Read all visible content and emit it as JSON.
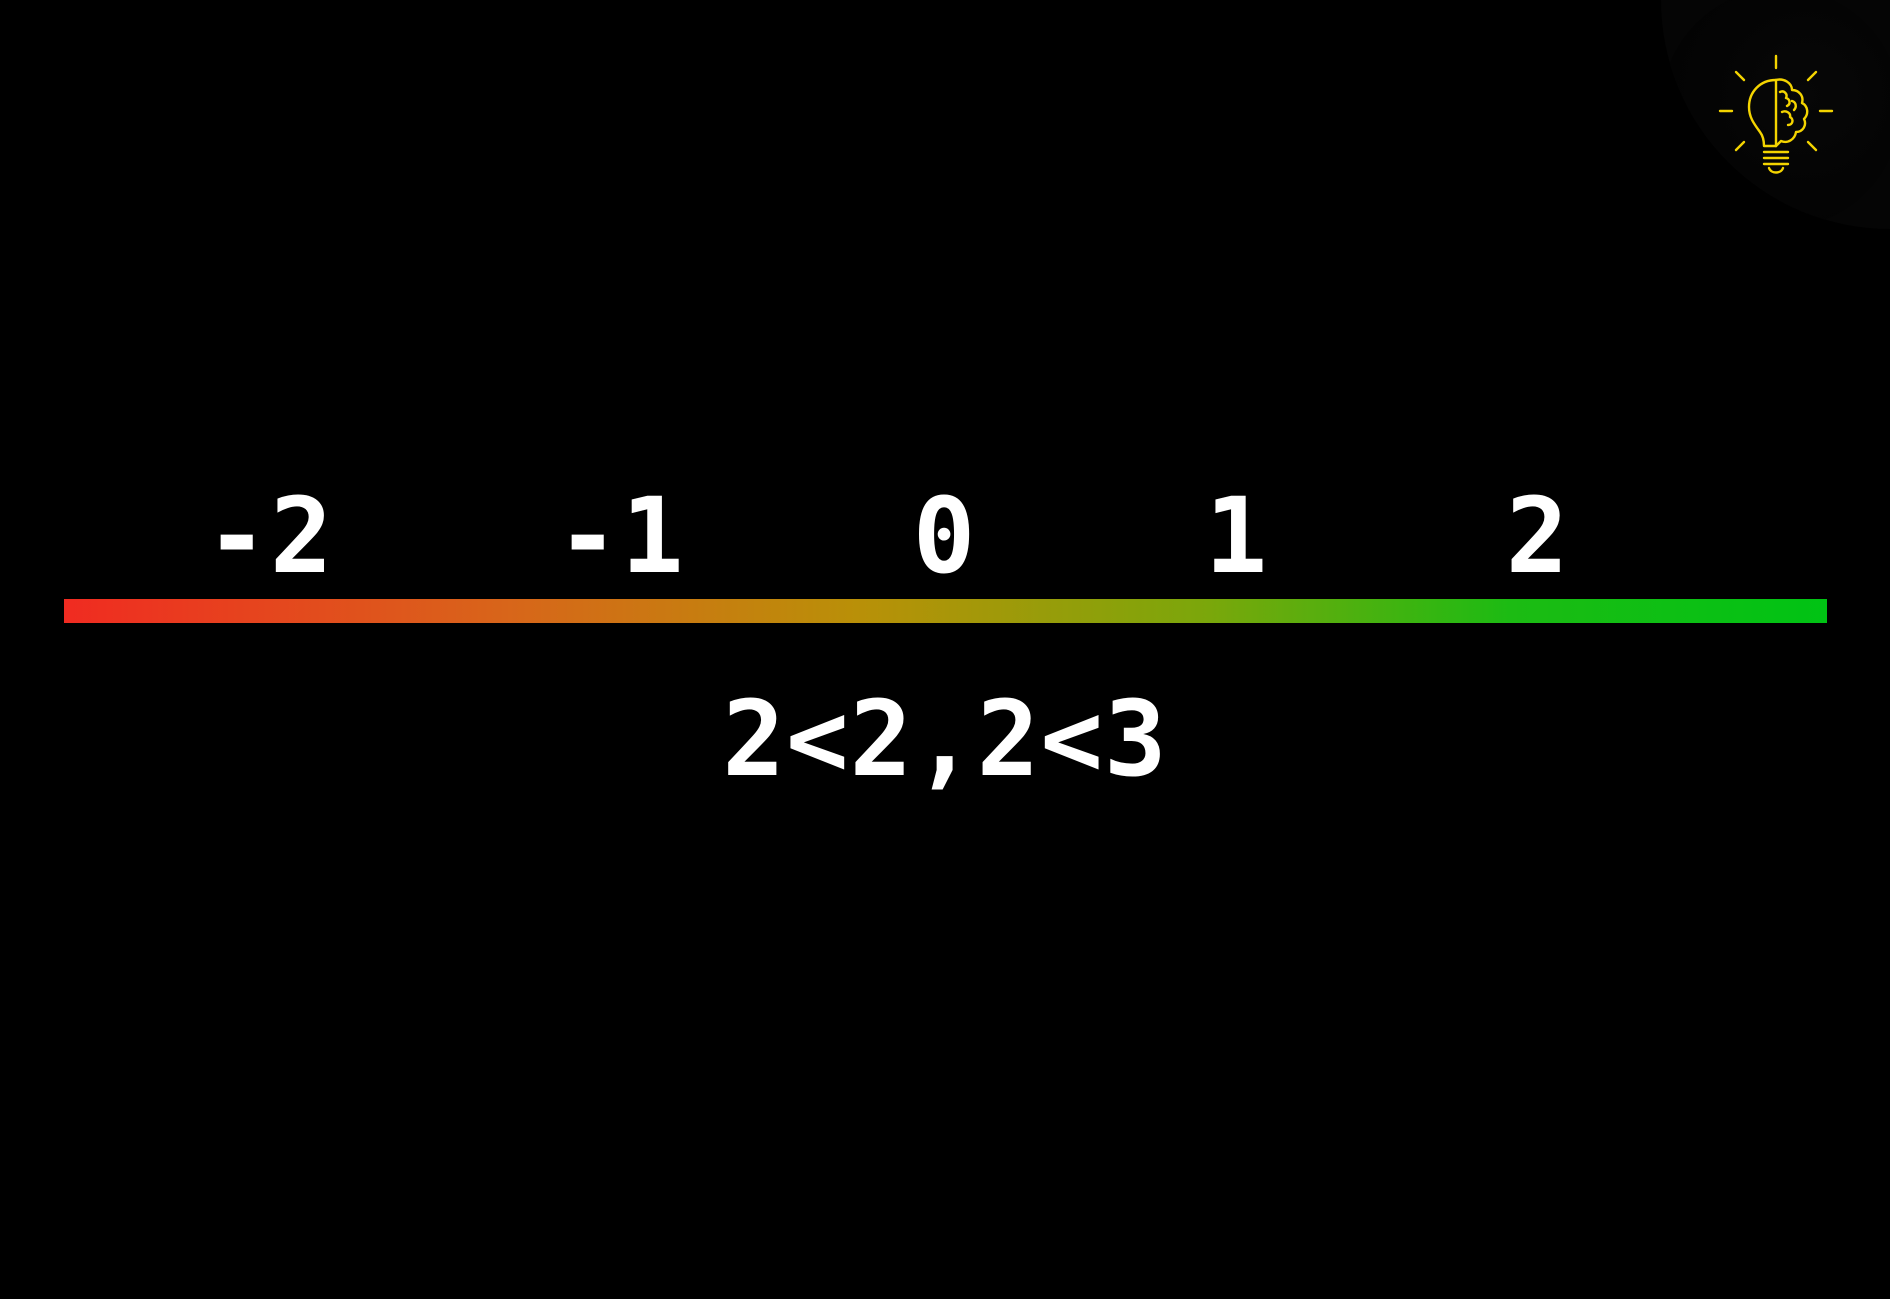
{
  "number_line": {
    "ticks": [
      {
        "label": "-2"
      },
      {
        "label": "-1"
      },
      {
        "label": "0"
      },
      {
        "label": "1"
      },
      {
        "label": "2"
      }
    ],
    "gradient_colors": {
      "start": "#f02b21",
      "end": "#00c314"
    }
  },
  "expression": {
    "text": "2<2,2<3"
  },
  "logo": {
    "icon": "lightbulb-brain-icon",
    "color": "#f4d400"
  }
}
